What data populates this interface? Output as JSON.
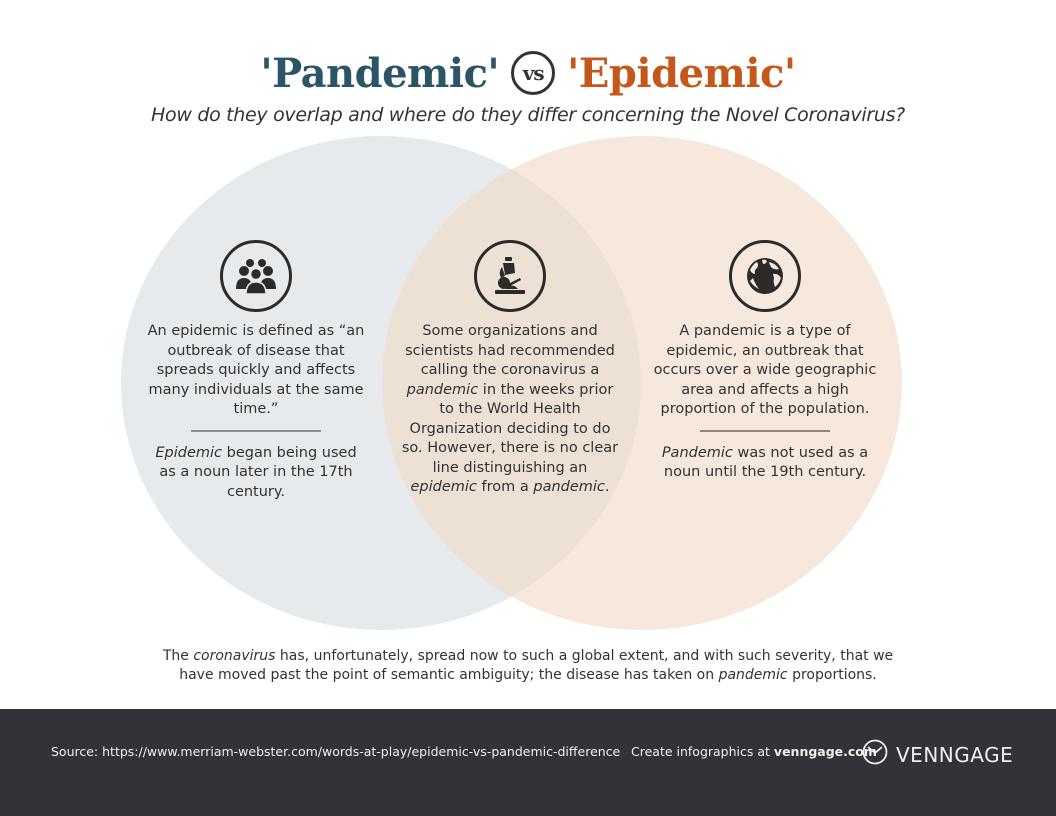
{
  "header": {
    "title_left": "'Pandemic'",
    "vs_label": "vs",
    "title_right": "'Epidemic'",
    "subtitle": "How do they overlap and where do they differ concerning the Novel Coronavirus?"
  },
  "colors": {
    "pandemic_title": "#2b5566",
    "epidemic_title": "#c4581a",
    "left_circle": "#e6eaec",
    "right_circle": "#f5e4da",
    "overlap": "#e0d6cd",
    "footer_bg": "#323338",
    "divider": "#8a8f91"
  },
  "venn": {
    "left": {
      "icon": "people-group-icon",
      "definition": "An epidemic is defined as “an outbreak of disease that spreads quickly and affects many individuals at the same time.”",
      "history_italic": "Epidemic",
      "history_rest": " began being used as a noun later in the 17th century."
    },
    "overlap": {
      "icon": "microscope-icon",
      "text_1": "Some organizations and scientists had recommended calling the coronavirus a ",
      "italic_1": "pandemic",
      "text_2": " in the weeks prior to the World Health Organization deciding to do so. However, there is no clear line distinguishing an ",
      "italic_2": "epidemic",
      "text_3": " from a ",
      "italic_3": "pandemic",
      "text_4": "."
    },
    "right": {
      "icon": "globe-icon",
      "definition": "A pandemic is a type of epidemic, an outbreak that occurs over a wide geographic area and affects a high proportion of the population.",
      "history_italic": "Pandemic",
      "history_rest": " was not used as a noun until the 19th century."
    }
  },
  "conclusion": {
    "text_1": "The ",
    "italic_1": "coronavirus",
    "text_2": " has, unfortunately, spread now to such a global extent, and with such severity, that we have moved past the point of semantic ambiguity; the disease has taken on ",
    "italic_2": "pandemic",
    "text_3": " proportions."
  },
  "footer": {
    "source": "Source: https://www.merriam-webster.com/words-at-play/epidemic-vs-pandemic-difference",
    "cta_prefix": "Create infographics at ",
    "cta_link": "venngage.com",
    "brand": "VENNGAGE",
    "brand_icon": "venngage-logo-icon"
  }
}
